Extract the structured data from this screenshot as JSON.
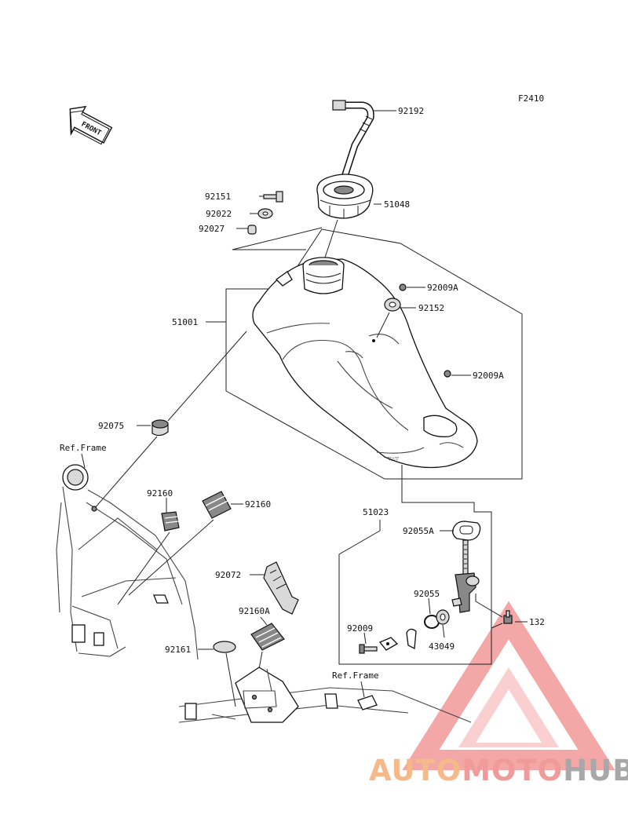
{
  "figure_code": "F2410",
  "front_marker": "FRONT",
  "parts": {
    "p92192": "92192",
    "p51048": "51048",
    "p92151": "92151",
    "p92022": "92022",
    "p92027": "92027",
    "p51001": "51001",
    "p92009A_top": "92009A",
    "p92152": "92152",
    "p92009A_mid": "92009A",
    "p92075": "92075",
    "p92160_left": "92160",
    "p92160_right": "92160",
    "p51023": "51023",
    "p92055A": "92055A",
    "p92072": "92072",
    "p92055": "92055",
    "p92160A": "92160A",
    "p132": "132",
    "p92009": "92009",
    "p43049": "43049",
    "p92161": "92161"
  },
  "ref_frame_top": "Ref.Frame",
  "ref_frame_bottom": "Ref.Frame",
  "watermark": {
    "word_a": "AUTO",
    "word_b": "MOTO",
    "word_c": "HUB",
    "color_a": "#f5b98a",
    "color_b": "#f19a9a",
    "color_c": "#a8a8a8",
    "triangle_color": "#f08a8a"
  }
}
